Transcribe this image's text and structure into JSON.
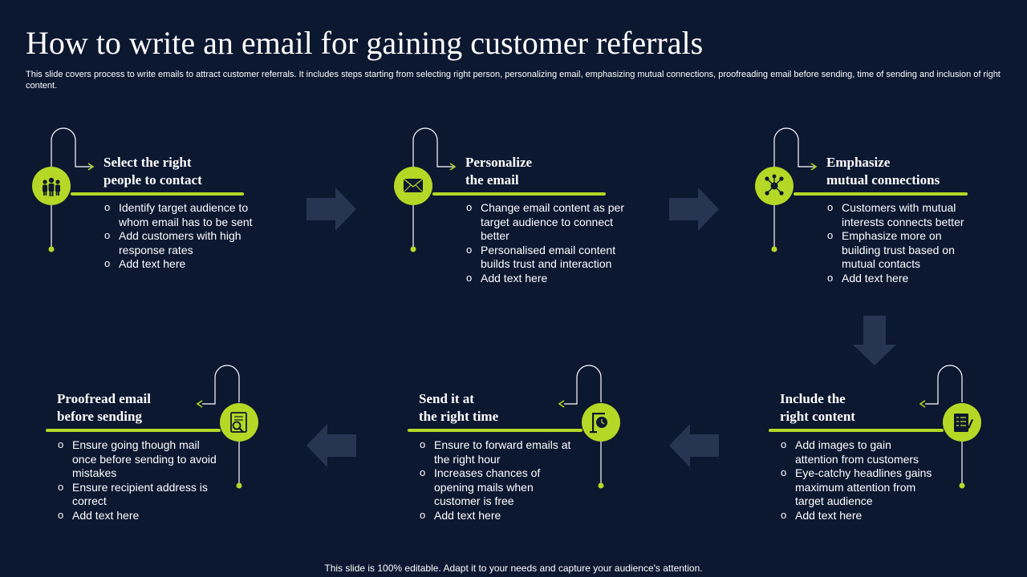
{
  "title": "How to write an email for gaining customer referrals",
  "subtitle": "This slide covers process to write emails to attract customer referrals. It includes steps starting from selecting right person, personalizing email, emphasizing mutual connections, proofreading email before sending, time of sending and inclusion of right content.",
  "footer": "This slide is 100% editable. Adapt it to your needs and capture your audience's attention.",
  "colors": {
    "background": "#0c1730",
    "accent": "#b4d825",
    "arrow": "#283552",
    "text": "#ffffff"
  },
  "steps": [
    {
      "title_lines": [
        "Select the right",
        "people to contact"
      ],
      "icon": "people-group-icon",
      "bullets": [
        "Identify target audience to whom email has to be sent",
        "Add customers with high response rates",
        "Add text here"
      ]
    },
    {
      "title_lines": [
        "Personalize",
        "the email"
      ],
      "icon": "envelope-icon",
      "bullets": [
        "Change email content as per target audience to connect better",
        "Personalised email content builds trust and interaction",
        "Add text here"
      ]
    },
    {
      "title_lines": [
        "Emphasize",
        "mutual connections"
      ],
      "icon": "network-icon",
      "bullets": [
        "Customers with mutual interests connects better",
        "Emphasize more on building trust based on mutual contacts",
        "Add text here"
      ]
    },
    {
      "title_lines": [
        "Include the",
        "right content"
      ],
      "icon": "checklist-icon",
      "bullets": [
        "Add images to gain attention from customers",
        "Eye-catchy headlines gains maximum attention from target audience",
        "Add text here"
      ]
    },
    {
      "title_lines": [
        "Send it at",
        "the right time"
      ],
      "icon": "clock-sign-icon",
      "bullets": [
        "Ensure to forward emails at the right hour",
        "Increases chances of opening mails when customer is free",
        "Add text here"
      ]
    },
    {
      "title_lines": [
        "Proofread email",
        "before sending"
      ],
      "icon": "document-search-icon",
      "bullets": [
        "Ensure going though mail once before sending to avoid mistakes",
        "Ensure recipient address is correct",
        "Add text here"
      ]
    }
  ]
}
